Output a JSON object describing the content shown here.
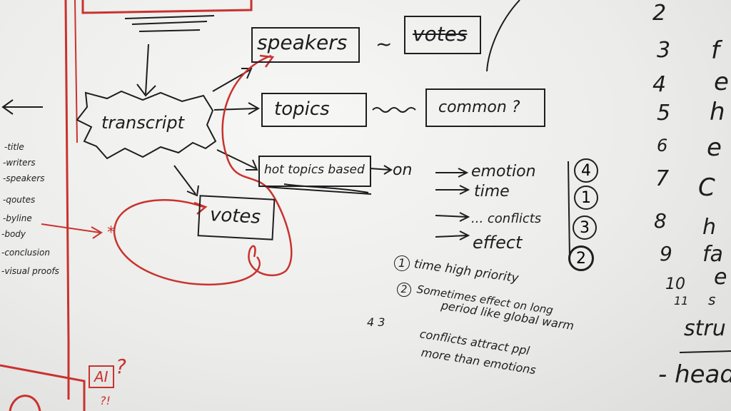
{
  "whiteboard": {
    "center": {
      "speakers": "speakers",
      "votes_crossed": "votes",
      "tilde": "~",
      "topics": "topics",
      "common": "common ?",
      "transcript": "transcript",
      "hot_topics": "hot topics based",
      "on": "on",
      "votes": "votes"
    },
    "branches": [
      {
        "label": "emotion"
      },
      {
        "label": "time"
      },
      {
        "label": "... conflicts"
      },
      {
        "label": "effect"
      }
    ],
    "ranks": [
      "4",
      "1",
      "3",
      "2"
    ],
    "notes": [
      {
        "num": "1",
        "text": "time high priority"
      },
      {
        "num": "2",
        "text": "Sometimes effect on long"
      },
      {
        "num": "",
        "text": "period like global warm"
      },
      {
        "num": "4 3",
        "text": "conflicts attract ppl"
      },
      {
        "num": "",
        "text": "more than emotions"
      }
    ],
    "left_list": [
      "-title",
      "-writers",
      "-speakers",
      "-qoutes",
      "-byline",
      "-body",
      "-conclusion",
      "-visual proofs"
    ],
    "red_marks": {
      "star": "*",
      "ai": "AI",
      "question": "?",
      "sub": "?!"
    },
    "right_numbers": [
      "2",
      "3",
      "4",
      "5",
      "6",
      "7",
      "8",
      "9",
      "10",
      "11",
      "stru",
      "- head"
    ],
    "right_letters": [
      "",
      "f",
      "e",
      "h",
      "e",
      "C",
      "h",
      "fa",
      "e",
      "s",
      "",
      ""
    ]
  },
  "colors": {
    "ink_black": "#1d1d1f",
    "ink_red": "#c9322e",
    "board": "#f3f3f1"
  }
}
